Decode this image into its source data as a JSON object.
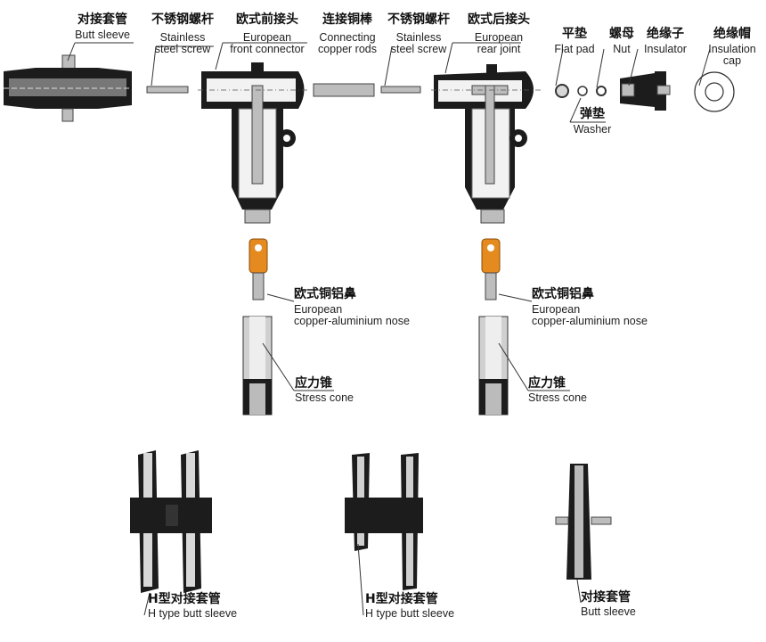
{
  "labels": {
    "butt_sleeve_top": {
      "zh": "对接套管",
      "en": "Butt sleeve"
    },
    "screw_1": {
      "zh": "不锈钢螺杆",
      "en1": "Stainless",
      "en2": "steel screw"
    },
    "front_connector": {
      "zh": "欧式前接头",
      "en1": "European",
      "en2": "front connector"
    },
    "copper_rods": {
      "zh": "连接铜棒",
      "en1": "Connecting",
      "en2": "copper rods"
    },
    "screw_2": {
      "zh": "不锈钢螺杆",
      "en1": "Stainless",
      "en2": "steel screw"
    },
    "rear_joint": {
      "zh": "欧式后接头",
      "en1": "European",
      "en2": "rear joint"
    },
    "flat_pad": {
      "zh": "平垫",
      "en": "Flat pad"
    },
    "nut": {
      "zh": "螺母",
      "en": "Nut"
    },
    "insulator": {
      "zh": "绝缘子",
      "en": "Insulator"
    },
    "insulation_cap": {
      "zh": "绝缘帽",
      "en1": "Insulation",
      "en2": "cap"
    },
    "washer": {
      "zh": "弹垫",
      "en": "Washer"
    },
    "nose_1": {
      "zh": "欧式铜铝鼻",
      "en1": "European",
      "en2": "copper-aluminium nose"
    },
    "nose_2": {
      "zh": "欧式铜铝鼻",
      "en1": "European",
      "en2": "copper-aluminium nose"
    },
    "stress_cone_1": {
      "zh": "应力锥",
      "en": "Stress cone"
    },
    "stress_cone_2": {
      "zh": "应力锥",
      "en": "Stress cone"
    },
    "h_sleeve_1": {
      "zh": "H型对接套管",
      "en": "H type butt sleeve"
    },
    "h_sleeve_2": {
      "zh": "H型对接套管",
      "en": "H type butt sleeve"
    },
    "butt_sleeve_bottom": {
      "zh": "对接套管",
      "en": "Butt sleeve"
    }
  },
  "colors": {
    "part_black": "#1c1c1c",
    "nose_orange": "#e58a1f",
    "metal_grey": "#bdbdbd"
  }
}
